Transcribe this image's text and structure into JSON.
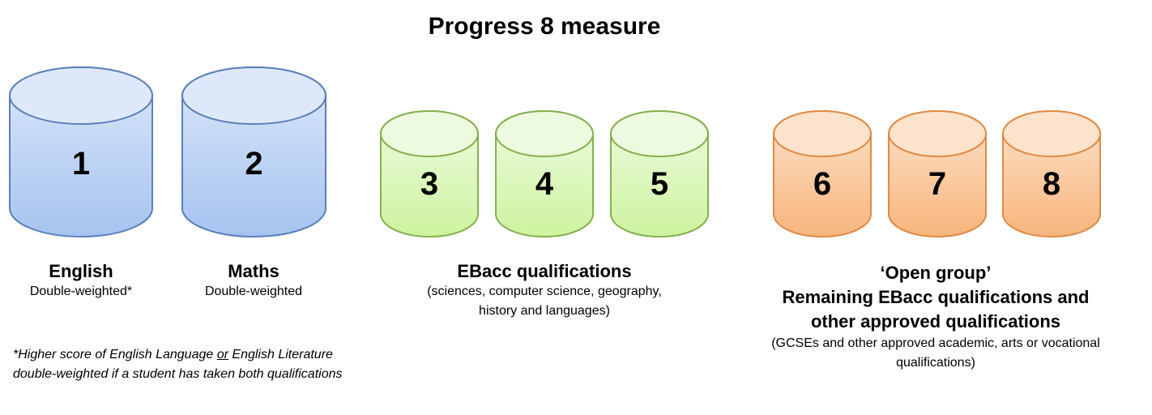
{
  "title": "Progress 8 measure",
  "colors": {
    "blue": "#a9c6f0",
    "green": "#d2f5a8",
    "orange": "#f9b981"
  },
  "buckets": [
    {
      "number": "1",
      "group": "english",
      "color": "blue"
    },
    {
      "number": "2",
      "group": "maths",
      "color": "blue"
    },
    {
      "number": "3",
      "group": "ebacc",
      "color": "green"
    },
    {
      "number": "4",
      "group": "ebacc",
      "color": "green"
    },
    {
      "number": "5",
      "group": "ebacc",
      "color": "green"
    },
    {
      "number": "6",
      "group": "open",
      "color": "orange"
    },
    {
      "number": "7",
      "group": "open",
      "color": "orange"
    },
    {
      "number": "8",
      "group": "open",
      "color": "orange"
    }
  ],
  "groups": {
    "english": {
      "heading": "English",
      "sub": "Double-weighted*"
    },
    "maths": {
      "heading": "Maths",
      "sub": "Double-weighted"
    },
    "ebacc": {
      "heading": "EBacc qualifications",
      "sub1": "(sciences, computer science, geography,",
      "sub2": "history and languages)"
    },
    "open": {
      "heading1": "‘Open group’",
      "heading2": "Remaining EBacc qualifications and",
      "heading3": "other approved qualifications",
      "sub1": "(GCSEs and other approved academic, arts or vocational",
      "sub2": "qualifications)"
    }
  },
  "footnote": {
    "pre": "*Higher score of English Language ",
    "or": "or",
    "post": " English Literature",
    "line2": "double-weighted if a student has taken both qualifications"
  }
}
